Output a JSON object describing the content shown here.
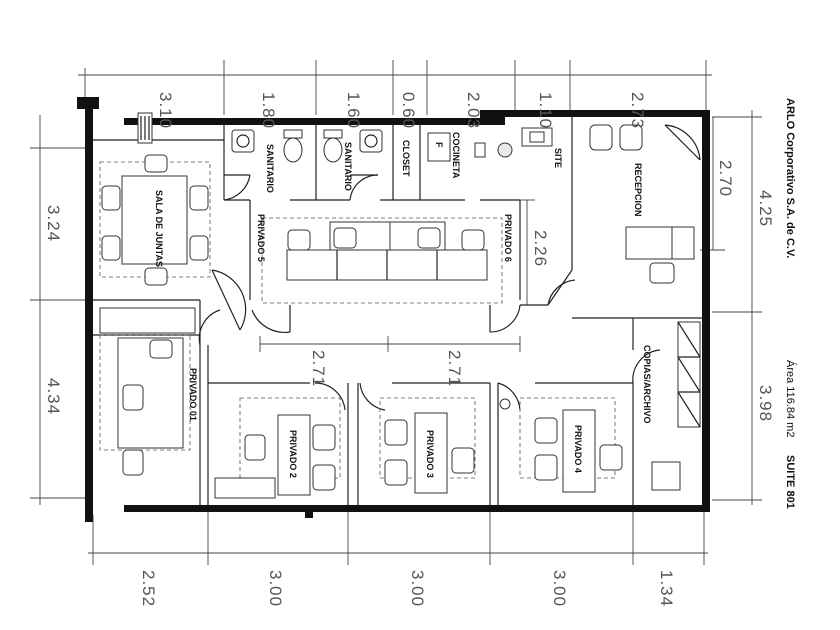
{
  "plan": {
    "company": "ARLO Corporativo S.A. de C.V.",
    "suite": "SUITE 801",
    "area": "Área 116.84 m2"
  },
  "rooms": {
    "sala_juntas": "SALA DE JUNTAS",
    "sanitario_1": "SANITARIO",
    "sanitario_2": "SANITARIO",
    "closet": "CLOSET",
    "cocineta": "COCINETA",
    "site": "SITE",
    "recepcion": "RECEPCION",
    "privado_5": "PRIVADO 5",
    "privado_6": "PRIVADO 6",
    "privado_01": "PRIVADO 01",
    "privado_2": "PRIVADO 2",
    "privado_3": "PRIVADO 3",
    "privado_4": "PRIVADO 4",
    "copias": "COPIAS/ARCHIVO",
    "fridge_label": "F"
  },
  "dimensions": {
    "top": [
      "3.10",
      "1.80",
      "1.60",
      "0.60",
      "2.03",
      "1.10",
      "2.73"
    ],
    "bottom": [
      "2.52",
      "3.00",
      "3.00",
      "3.00",
      "1.34"
    ],
    "left": [
      "3.24",
      "4.34"
    ],
    "right": [
      "4.25",
      "3.98"
    ],
    "interior": [
      "2.70",
      "2.26",
      "2.71",
      "2.71"
    ]
  }
}
